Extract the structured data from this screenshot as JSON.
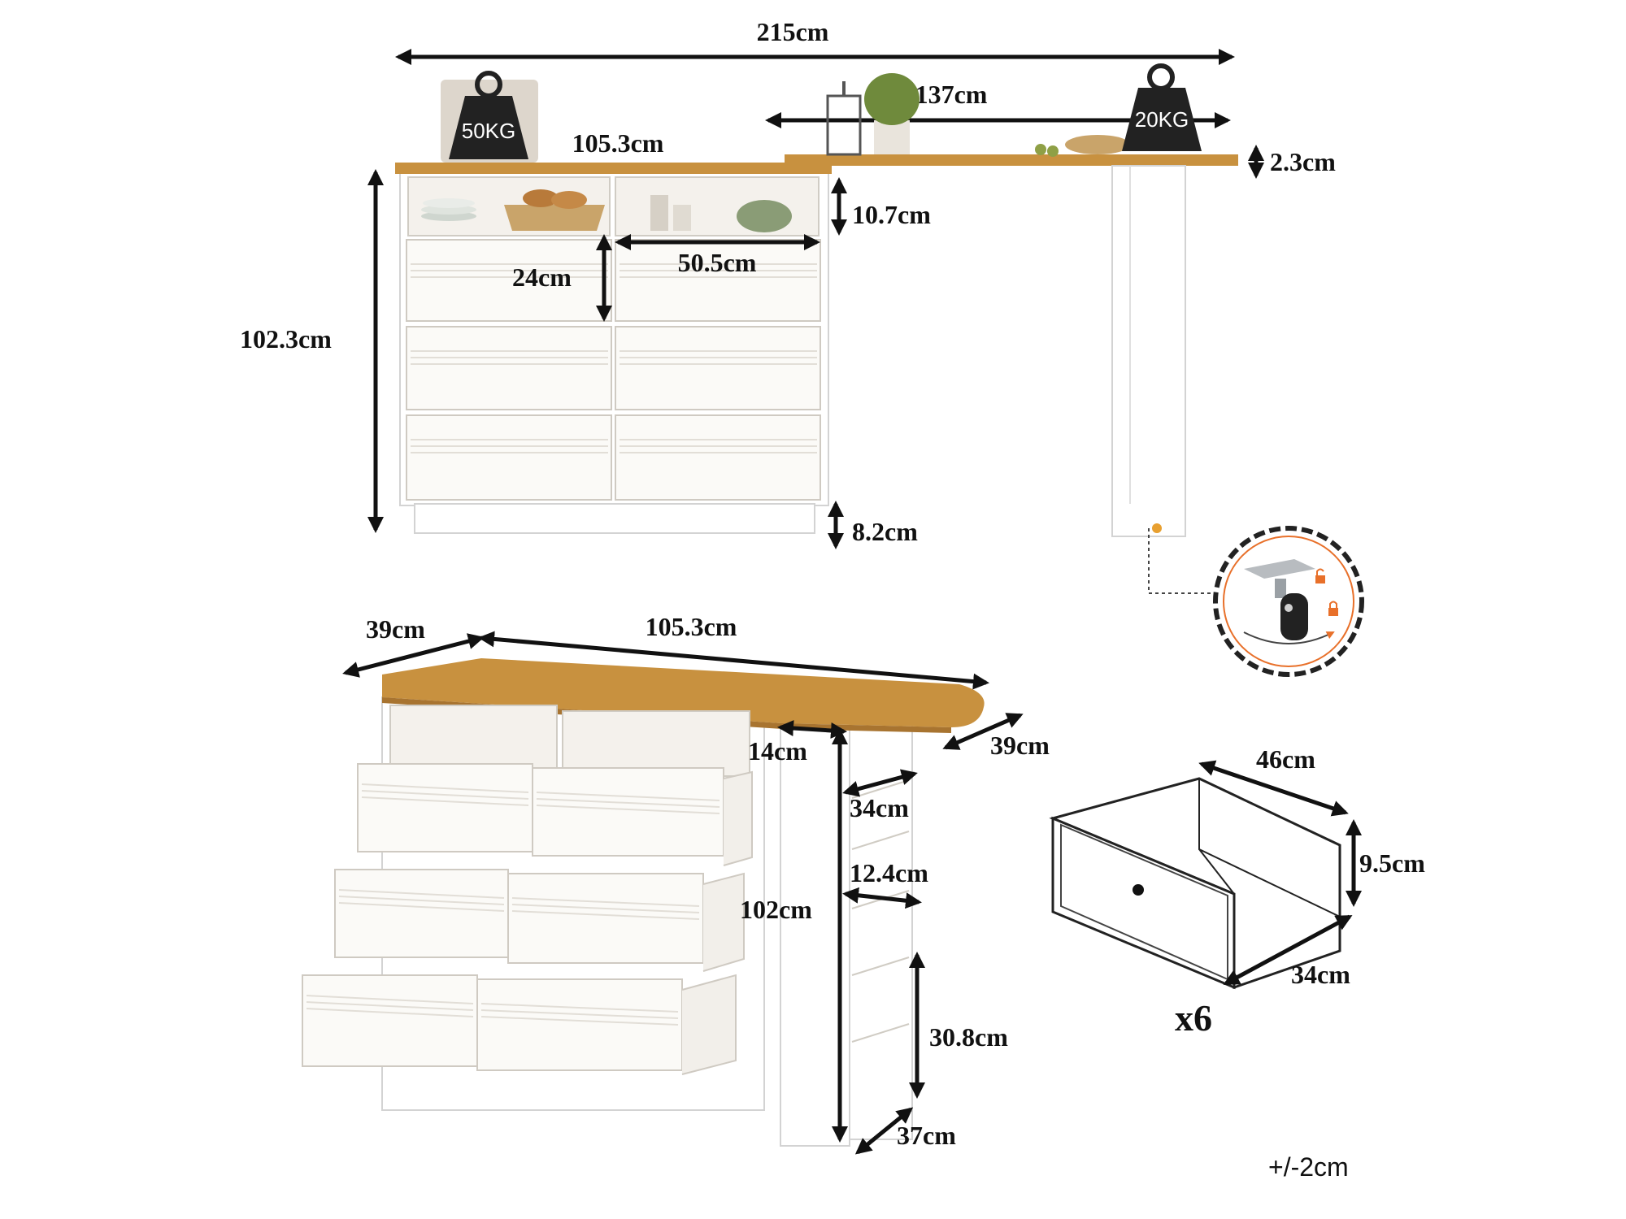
{
  "dimensions": {
    "total_length": "215cm",
    "extension_length": "137cm",
    "cabinet_width_top": "105.3cm",
    "top_thickness": "2.3cm",
    "open_shelf_height": "10.7cm",
    "drawer_height": "24cm",
    "drawer_width": "50.5cm",
    "total_height": "102.3cm",
    "base_height": "8.2cm",
    "depth": "39cm",
    "cabinet_width_bottom": "105.3cm",
    "side_depth": "39cm",
    "leg_width": "14cm",
    "side_shelf_depth": "34cm",
    "side_shelf_gap": "12.4cm",
    "side_height": "102cm",
    "side_lower_height": "30.8cm",
    "side_base_depth": "37cm",
    "inner_drawer_width": "46cm",
    "inner_drawer_height": "9.5cm",
    "inner_drawer_depth": "34cm"
  },
  "weights": {
    "cabinet_load": "50KG",
    "extension_load": "20KG"
  },
  "drawer_count": "x6",
  "tolerance": "+/-2cm",
  "colors": {
    "wood": "#c8913f",
    "cabinet": "#ffffff",
    "accent": "#e8702a",
    "line": "#111111"
  },
  "icons": [
    "weight-icon",
    "caster-wheel-icon",
    "unlock-icon",
    "lock-icon"
  ]
}
